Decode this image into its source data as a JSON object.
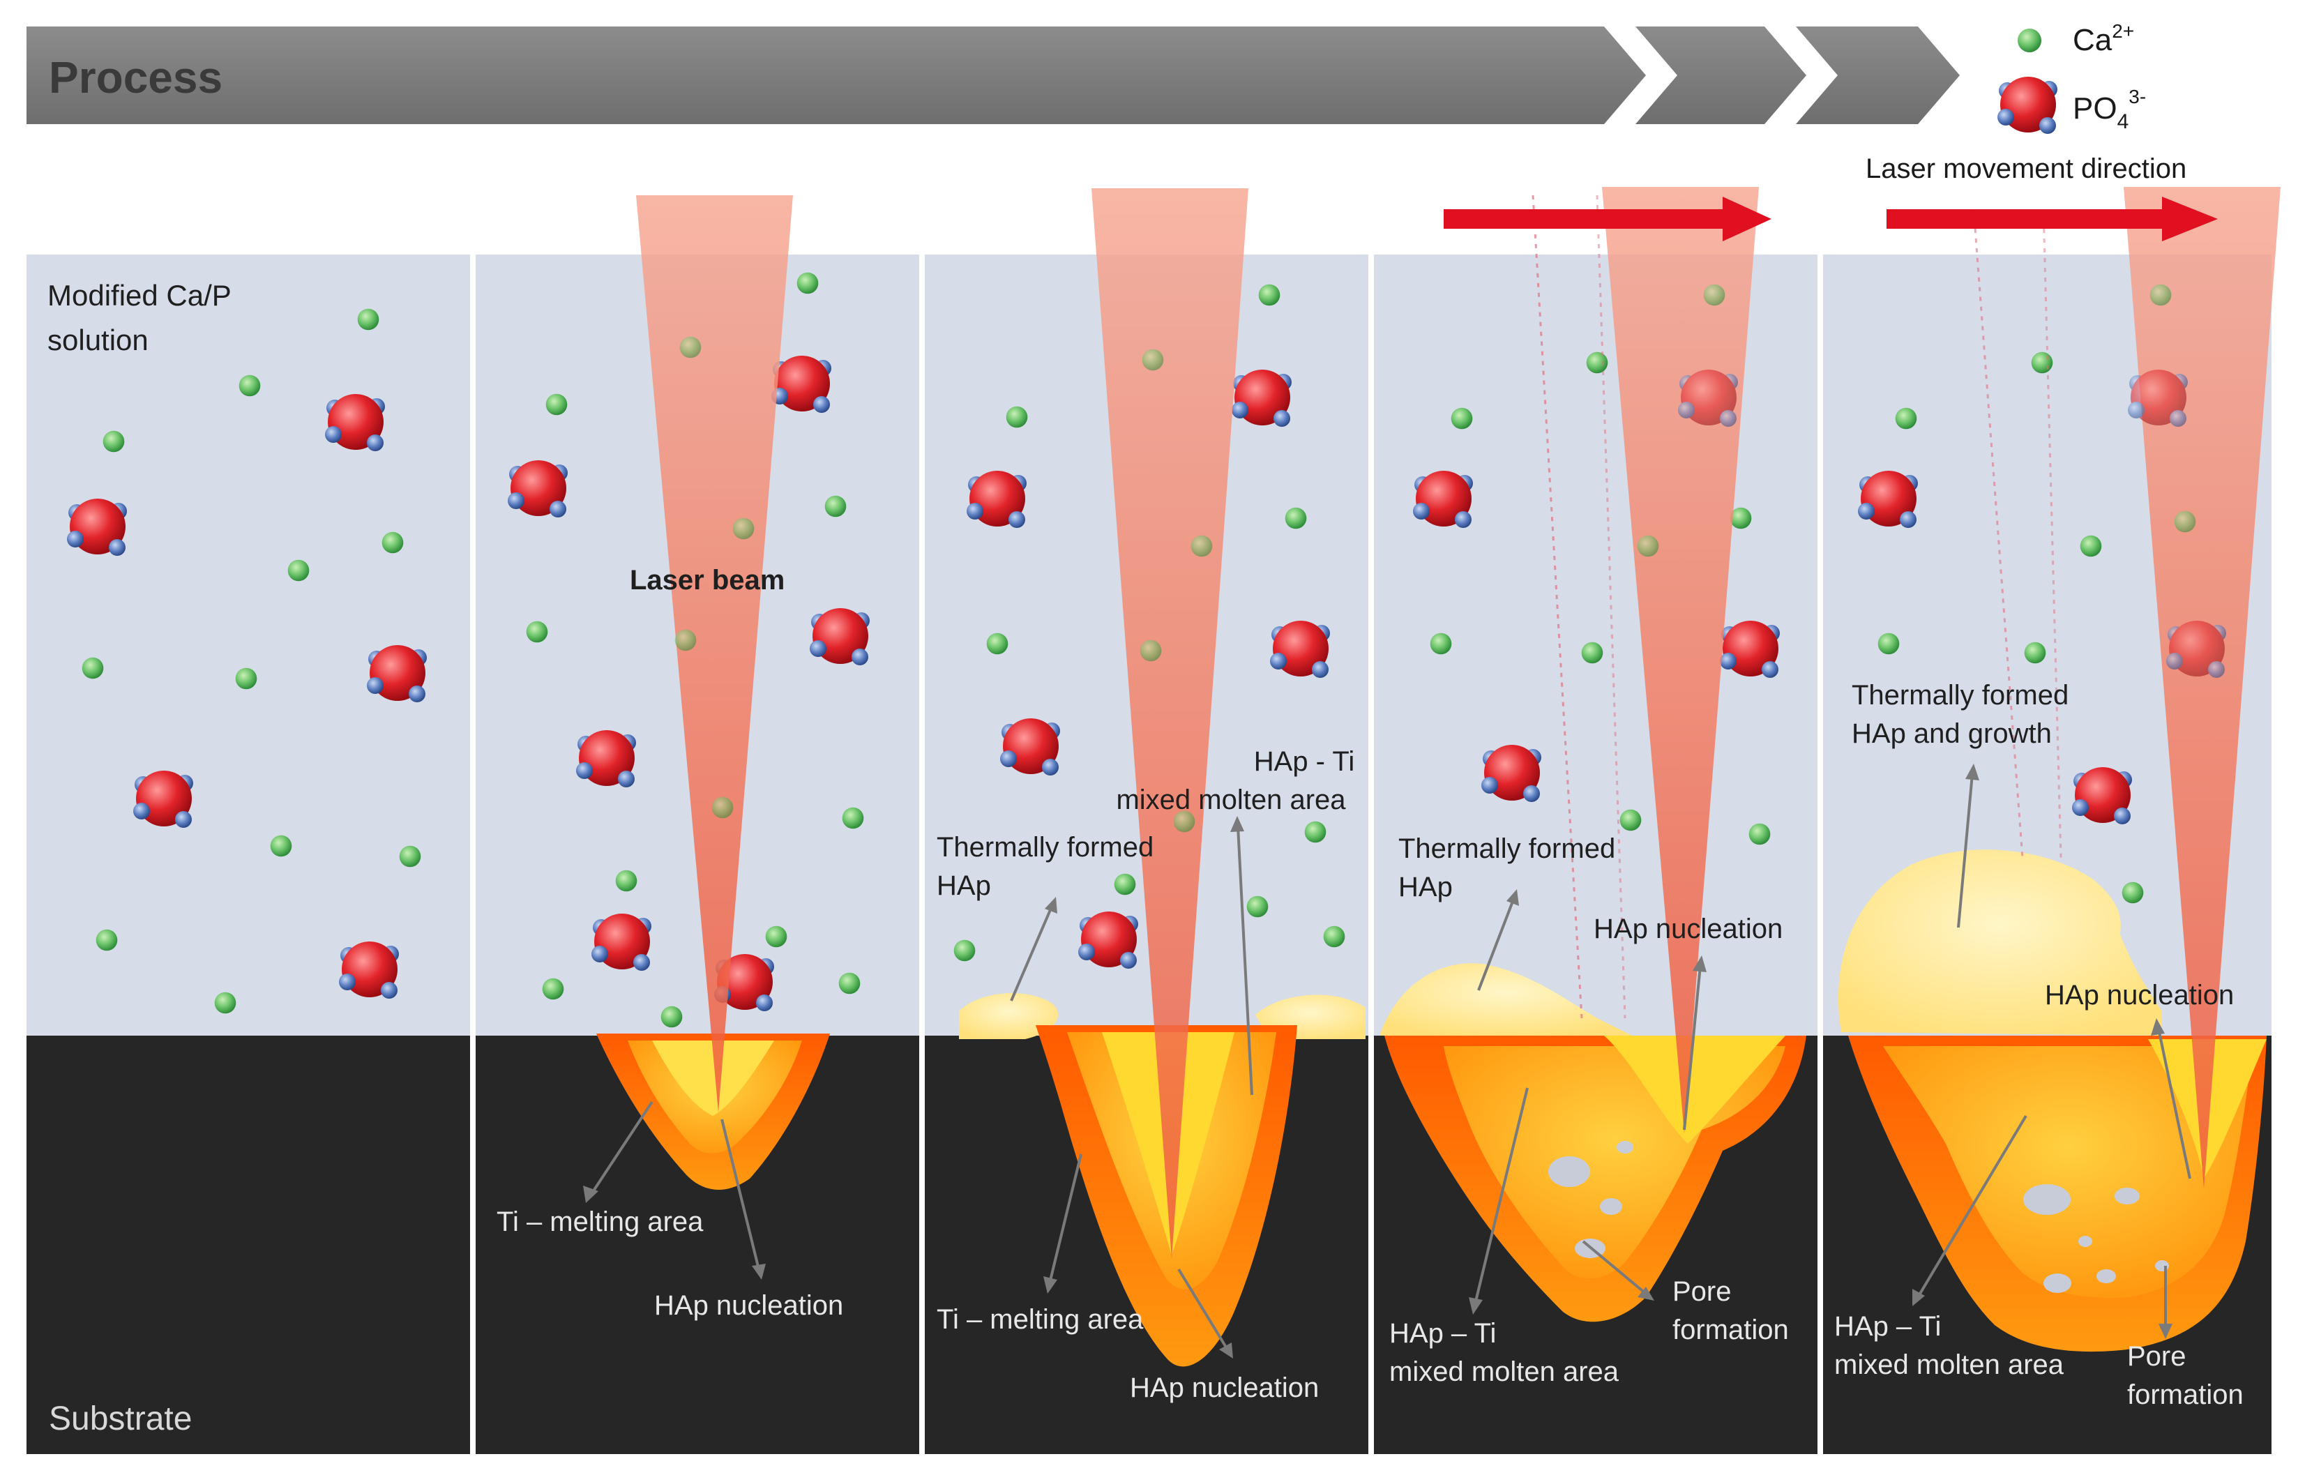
{
  "header": {
    "process_label": "Process"
  },
  "legend": {
    "ca_label": "Ca",
    "ca_charge": "2+",
    "po_label": "PO",
    "po_sub": "4",
    "po_charge": "3-",
    "laser_direction_label": "Laser movement direction"
  },
  "labels": {
    "solution_line1": "Modified Ca/P",
    "solution_line2": "solution",
    "substrate": "Substrate",
    "laser_beam": "Laser beam",
    "p2_ti_melting": "Ti – melting area",
    "p2_hap_nucleation": "HAp nucleation",
    "p3_thermal_line1": "Thermally formed",
    "p3_thermal_line2": "HAp",
    "p3_mixed_line1": "HAp - Ti",
    "p3_mixed_line2": "mixed molten area",
    "p3_ti_melting": "Ti – melting area",
    "p3_hap_nucleation": "HAp nucleation",
    "p4_thermal_line1": "Thermally formed",
    "p4_thermal_line2": "HAp",
    "p4_hap_nucleation": "HAp nucleation",
    "p4_mixed_line1": "HAp – Ti",
    "p4_mixed_line2": "mixed molten area",
    "p4_pore_line1": "Pore",
    "p4_pore_line2": "formation",
    "p5_thermal_line1": "Thermally formed",
    "p5_thermal_line2": "HAp and growth",
    "p5_hap_nucleation": "HAp nucleation",
    "p5_mixed_line1": "HAp – Ti",
    "p5_mixed_line2": "mixed molten area",
    "p5_pore_line1": "Pore",
    "p5_pore_line2": "formation"
  },
  "colors": {
    "process_bar": "#808080",
    "solution": "#d6dce8",
    "substrate": "#262626",
    "ca_ion": "#5cb85c",
    "po_ion": "#e2232a",
    "laser": "#f28060",
    "arrow": "#e01020",
    "molten_outer": "#ff7a00",
    "molten_inner": "#ffb020",
    "hap_deposit": "#ffe89a"
  },
  "icons": {
    "ca": "green-sphere-icon",
    "po": "red-molecule-icon",
    "direction": "red-arrow-icon"
  }
}
